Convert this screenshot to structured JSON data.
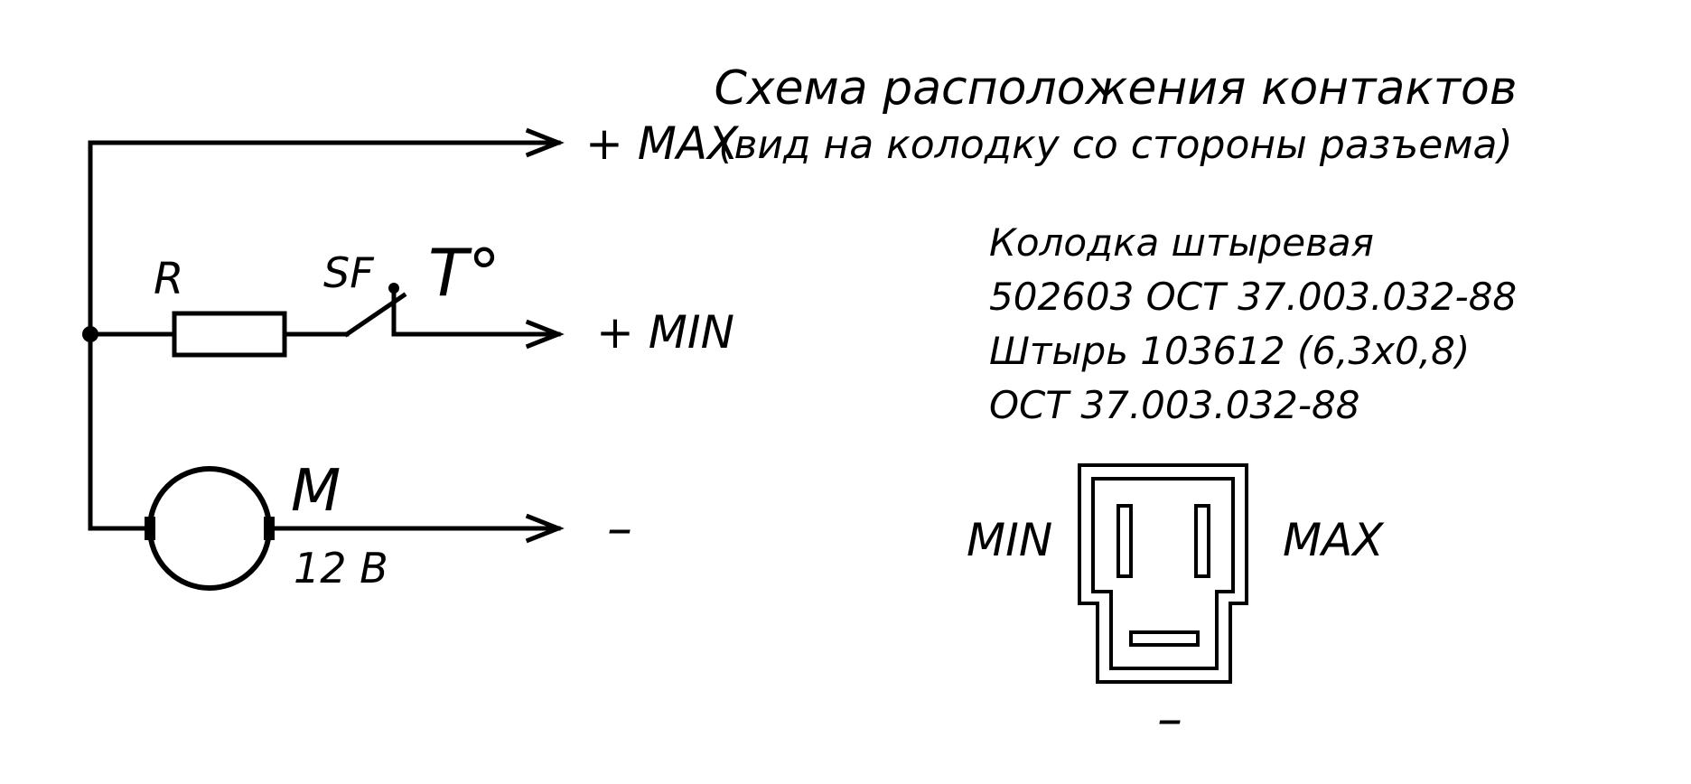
{
  "colors": {
    "ink": "#000000",
    "background": "#ffffff"
  },
  "schematic": {
    "terminals": {
      "max": "+ MAX",
      "min": "+ MIN",
      "minus": "–"
    },
    "resistor_label": "R",
    "switch_label": "SF",
    "temperature_label": "T°",
    "motor_label": "M",
    "motor_voltage": "12 В"
  },
  "connector_info": {
    "title": "Схема расположения контактов",
    "subtitle": "(вид на колодку со стороны разъема)",
    "spec_lines": [
      "Колодка штыревая",
      "502603 ОСТ 37.003.032-88",
      "Штырь 103612 (6,3х0,8)",
      "ОСТ 37.003.032-88"
    ],
    "pin_left_label": "MIN",
    "pin_right_label": "MAX",
    "pin_bottom_label": "–"
  }
}
